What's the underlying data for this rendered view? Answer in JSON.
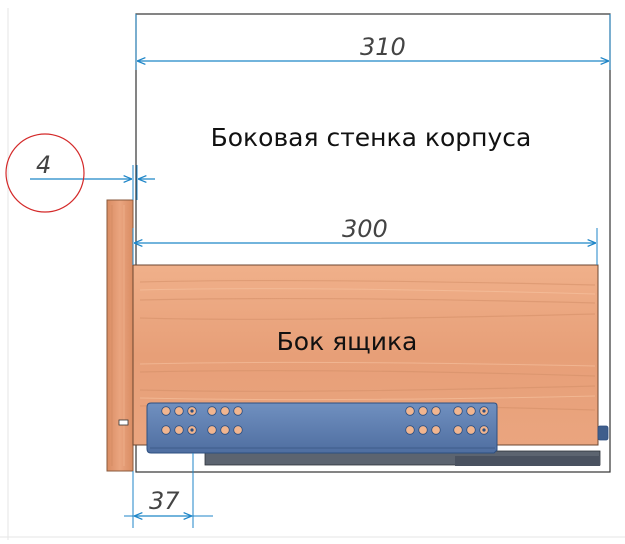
{
  "labels": {
    "cabinet_side": "Боковая стенка корпуса",
    "drawer_side": "Бок ящика"
  },
  "dimensions": {
    "cabinet_width": "310",
    "drawer_width": "300",
    "gap": "4",
    "runner_offset": "37"
  },
  "colors": {
    "dimension_line": "#1f86c8",
    "highlight_circle": "#d42a2a",
    "wood": "#e6a27c",
    "wood_dark": "#c97f5a",
    "runner": "#5f7fb1",
    "runner_edge": "#2d4f80",
    "outline": "#333333"
  }
}
